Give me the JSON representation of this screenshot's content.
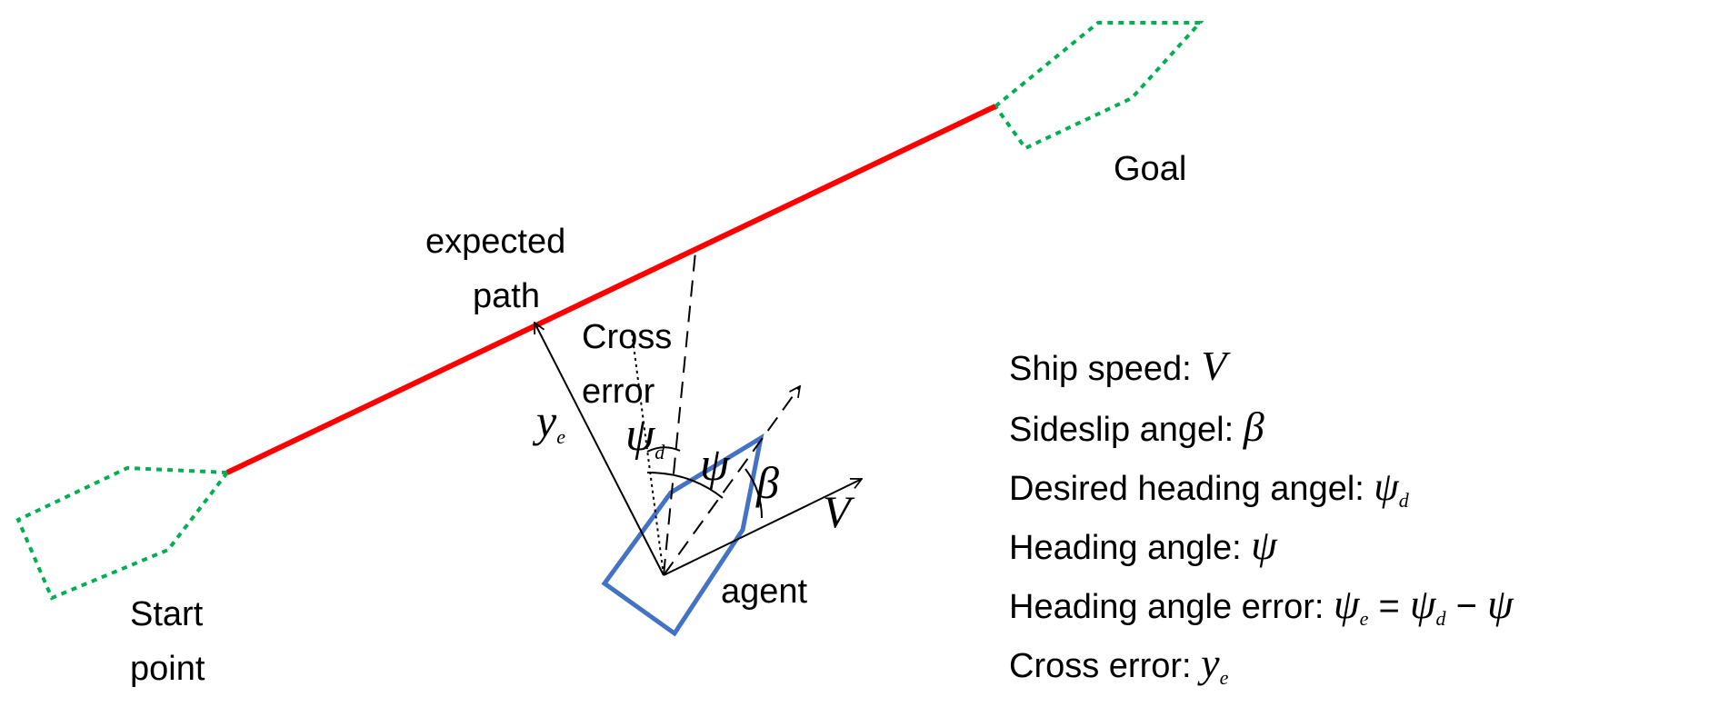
{
  "labels": {
    "goal": "Goal",
    "start_1": "Start",
    "start_2": "point",
    "expected_1": "expected",
    "expected_2": "path",
    "cross_1": "Cross",
    "cross_2": "error",
    "agent": "agent"
  },
  "symbols": {
    "ye_main": "y",
    "ye_sub": "e",
    "psi_d_main": "ψ",
    "psi_d_sub": "d",
    "psi": "ψ",
    "beta": "β",
    "v": "V"
  },
  "legend": [
    {
      "text": "Ship speed: ",
      "sym": "V",
      "sub": ""
    },
    {
      "text": "Sideslip angel: ",
      "sym": "β",
      "sub": ""
    },
    {
      "text": "Desired heading angel: ",
      "sym": "ψ",
      "sub": "d"
    },
    {
      "text": "Heading angle:  ",
      "sym": "ψ",
      "sub": ""
    },
    {
      "text": "Cross error:  ",
      "sym": "y",
      "sub": "e"
    }
  ],
  "legend_equation": {
    "text": "Heading angle error: ",
    "lhs": "ψ",
    "lhs_sub": "e",
    "eq": " = ",
    "a": "ψ",
    "a_sub": "d",
    "minus": " − ",
    "b": "ψ"
  },
  "colors": {
    "path": "#ff0000",
    "waypoint": "#00b050",
    "agent": "#4472c4",
    "ink": "#000000"
  }
}
